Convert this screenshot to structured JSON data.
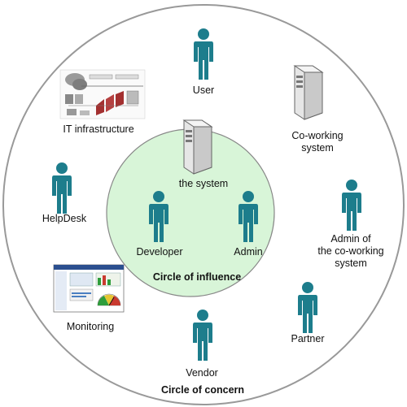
{
  "diagram": {
    "outer_circle_label": "Circle of concern",
    "inner_circle_label": "Circle of influence",
    "inner_fill": "#d8f5d8",
    "figure_color": "#1d7d8c",
    "center": {
      "label": "the system"
    },
    "inner_people": [
      {
        "label": "Developer"
      },
      {
        "label": "Admin"
      }
    ],
    "outer_items": [
      {
        "label": "User"
      },
      {
        "label": "Co-working system",
        "lines": [
          "Co-working",
          "system"
        ]
      },
      {
        "label": "Admin of the co-working system",
        "lines": [
          "Admin of",
          "the co-working",
          "system"
        ]
      },
      {
        "label": "Partner"
      },
      {
        "label": "Vendor"
      },
      {
        "label": "Monitoring"
      },
      {
        "label": "HelpDesk"
      },
      {
        "label": "IT infrastructure"
      }
    ]
  }
}
